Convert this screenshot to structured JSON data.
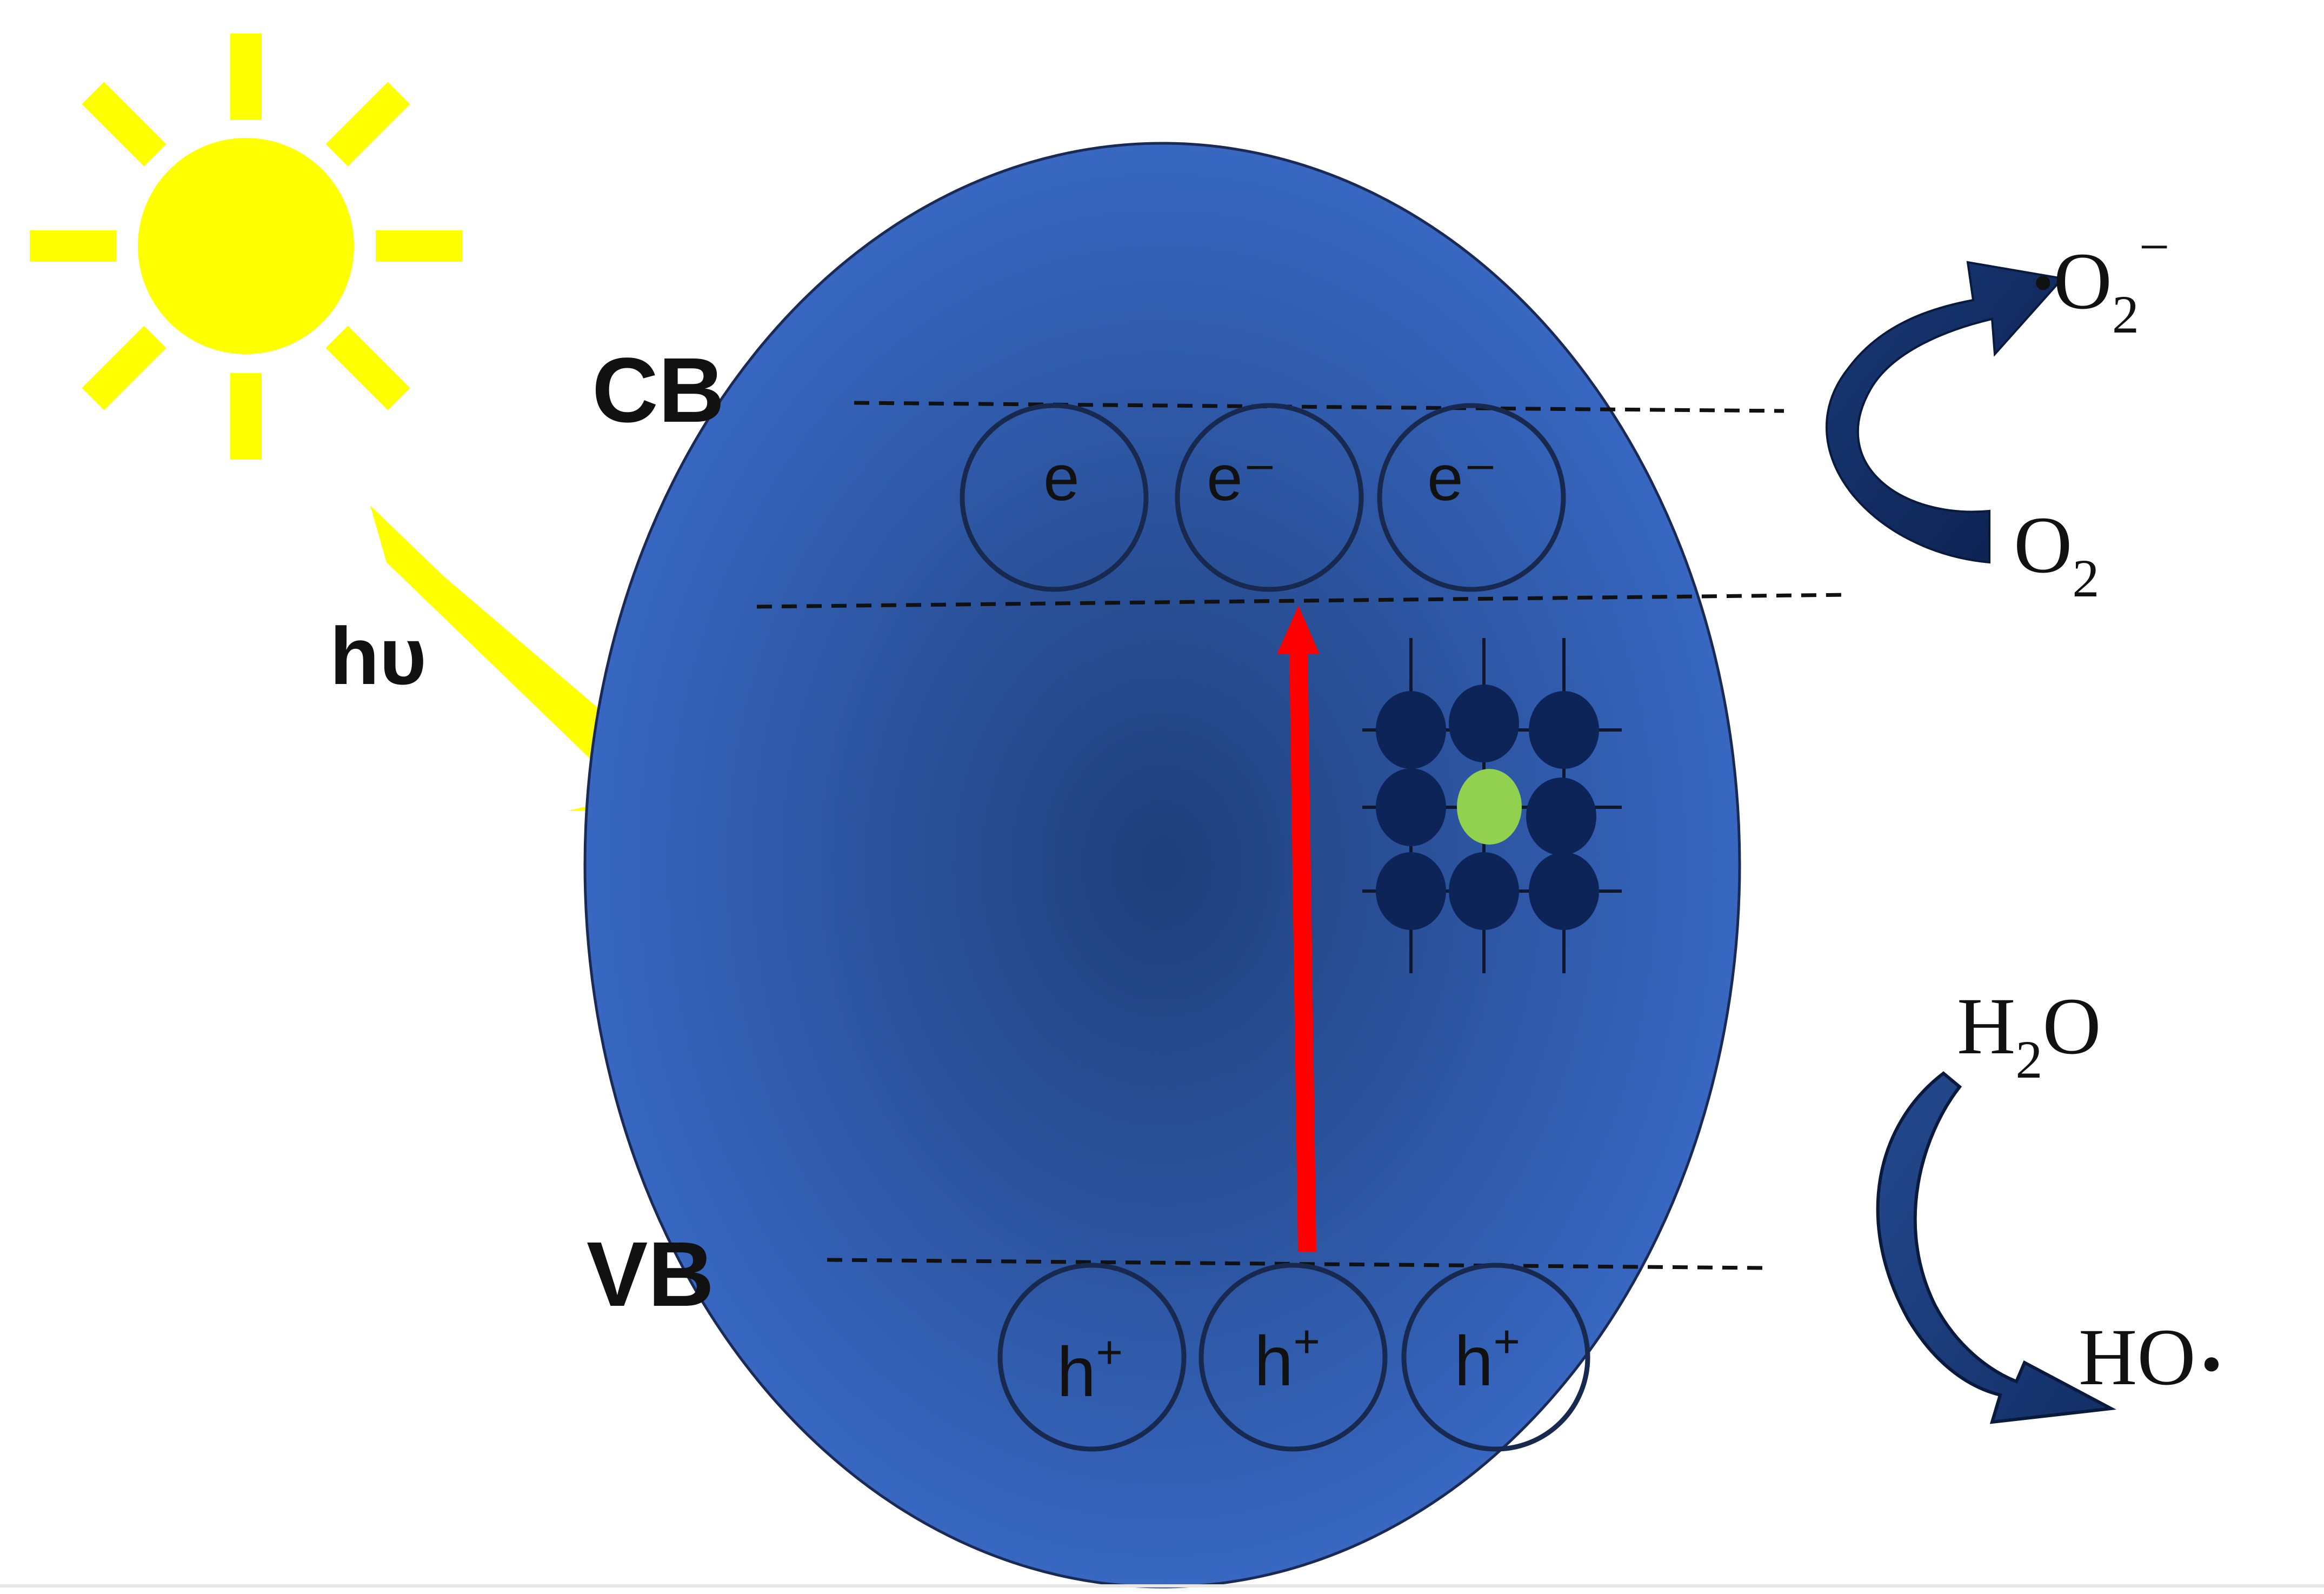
{
  "labels": {
    "photon": "hυ",
    "cb": "CB",
    "vb": "VB"
  },
  "electrons": [
    "e",
    "e⁻",
    "e⁻"
  ],
  "holes": [
    {
      "base": "h",
      "sup": "+"
    },
    {
      "base": "h",
      "sup": "+"
    },
    {
      "base": "h",
      "sup": "+"
    }
  ],
  "reactions": {
    "superoxide": {
      "prefix": "•",
      "base": "O",
      "sub": "2",
      "sup": "−"
    },
    "oxygen": {
      "base": "O",
      "sub": "2"
    },
    "water": {
      "pre": "H",
      "sub": "2",
      "post": "O"
    },
    "hydroxyl": {
      "base": "HO",
      "suffix": "•"
    }
  },
  "colors": {
    "sun": "#ffff00",
    "particle_edge": "#3a6bc8",
    "particle_center": "#1f3f7a",
    "excitation_arrow": "#ff0000",
    "lattice_atom": "#0c2458",
    "dopant": "#92d050",
    "reaction_arrow": "#0f2c5e"
  }
}
